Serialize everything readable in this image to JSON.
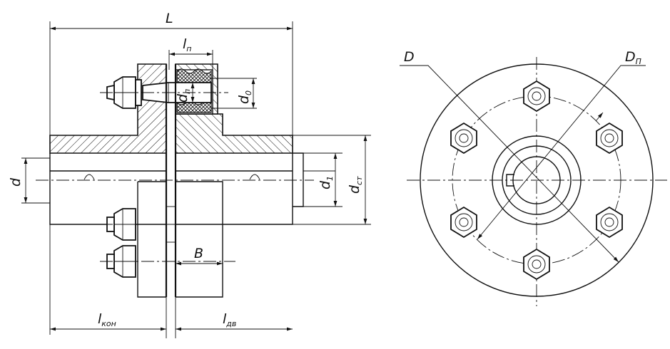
{
  "labels": {
    "L": "L",
    "l_n": {
      "main": "l",
      "sub": "п"
    },
    "d_n": {
      "main": "d",
      "sub": "п"
    },
    "d_0": {
      "main": "d",
      "sub": "0"
    },
    "d": "d",
    "d_1": {
      "main": "d",
      "sub": "1"
    },
    "d_ct": {
      "main": "d",
      "sub": "ст"
    },
    "B": "B",
    "l_kon": {
      "main": "l",
      "sub": "кон"
    },
    "l_dv": {
      "main": "l",
      "sub": "дв"
    },
    "D": "D",
    "D_n": {
      "main": "D",
      "sub": "П"
    }
  }
}
